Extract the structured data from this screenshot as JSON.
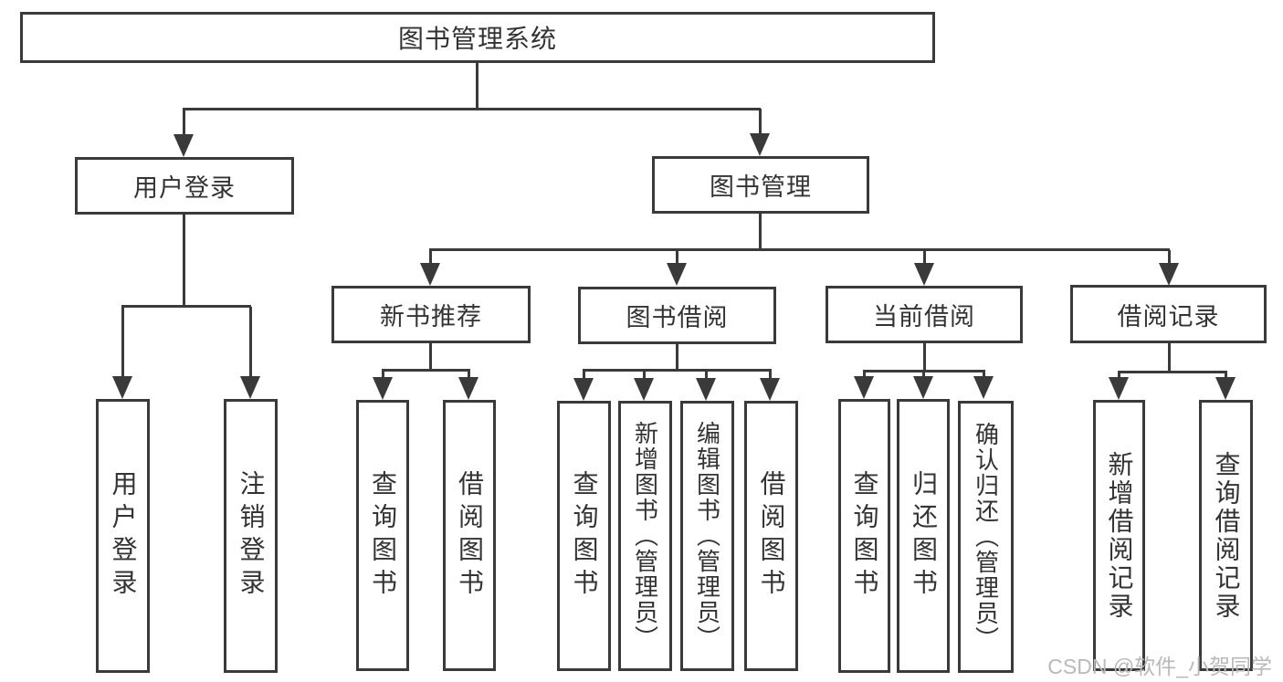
{
  "nodes": {
    "root": "图书管理系统",
    "user_login": "用户登录",
    "book_mgmt": "图书管理",
    "user_login_action": "用户登录",
    "logout_action": "注销登录",
    "new_book_rec": "新书推荐",
    "book_borrow": "图书借阅",
    "current_borrow": "当前借阅",
    "borrow_records": "借阅记录",
    "nbr_query_books": "查询图书",
    "nbr_borrow_books": "借阅图书",
    "bb_query_books": "查询图书",
    "bb_add_books": "新增图书（管理员）",
    "bb_edit_books": "编辑图书（管理员）",
    "bb_borrow_books": "借阅图书",
    "cb_query_books": "查询图书",
    "cb_return_books": "归还图书",
    "cb_confirm_return": "确认归还（管理员）",
    "br_add_record": "新增借阅记录",
    "br_query_record": "查询借阅记录"
  },
  "hierarchy": {
    "root": [
      "user_login",
      "book_mgmt"
    ],
    "user_login": [
      "user_login_action",
      "logout_action"
    ],
    "book_mgmt": [
      "new_book_rec",
      "book_borrow",
      "current_borrow",
      "borrow_records"
    ],
    "new_book_rec": [
      "nbr_query_books",
      "nbr_borrow_books"
    ],
    "book_borrow": [
      "bb_query_books",
      "bb_add_books",
      "bb_edit_books",
      "bb_borrow_books"
    ],
    "current_borrow": [
      "cb_query_books",
      "cb_return_books",
      "cb_confirm_return"
    ],
    "borrow_records": [
      "br_add_record",
      "br_query_record"
    ]
  },
  "watermark": "CSDN @软件_小贺同学",
  "colors": {
    "line": "#3a3a3a",
    "text": "#333333",
    "watermark": "#b9b9b9",
    "background": "#ffffff"
  }
}
